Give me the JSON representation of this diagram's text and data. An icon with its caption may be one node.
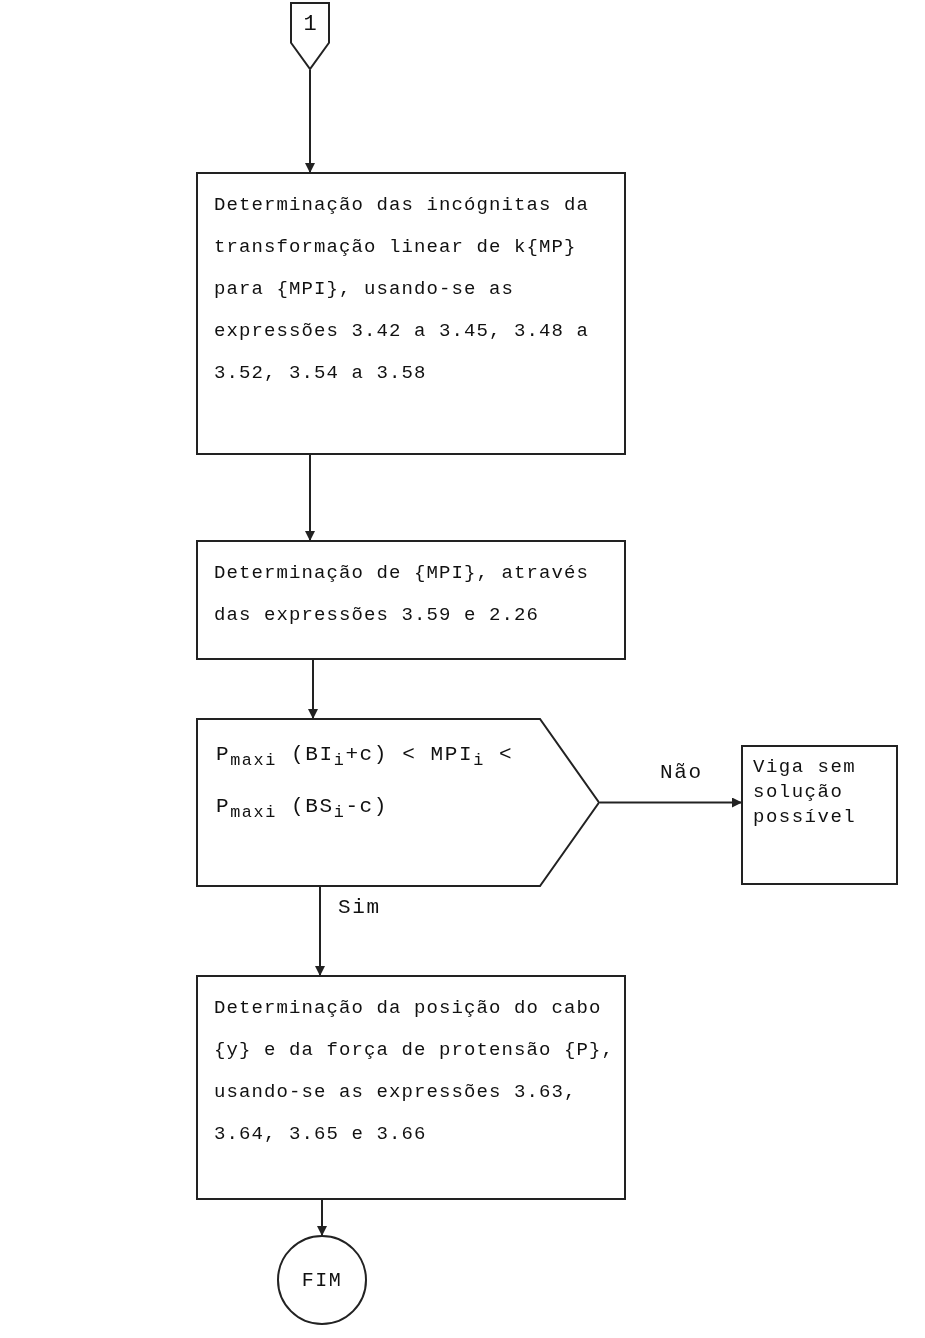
{
  "diagram": {
    "nodes": [
      {
        "text": [
          "1"
        ]
      },
      {
        "text": [
          "Determinação das incógnitas da transformação linear de k{MP} para {MPI}, usando-se as expressões 3.42 a 3.45, 3.48 a 3.52, 3.54 a 3.58"
        ]
      },
      {
        "text": [
          "Determinação de {MPI}, através das expressões 3.59 e 2.26"
        ]
      },
      {
        "text": [
          "P$_{max}$$_{i}$ (BI$_{i}$+c) < MPI$_{i}$ < P$_{max}$$_{i}$ (BS$_{i}$-c)"
        ]
      },
      {
        "text": [
          "Viga sem solução possível"
        ]
      },
      {
        "text": [
          "Determinação da posição do cabo {y} e da força de protensão {P}, usando-se as expressões 3.63, 3.64, 3.65 e 3.66"
        ]
      },
      {
        "text": [
          "FIM"
        ]
      }
    ],
    "edges": [
      {
        "from": 0,
        "to": 1,
        "arrow": "to"
      },
      {
        "from": 1,
        "to": 2,
        "arrow": "to"
      },
      {
        "from": 2,
        "to": 3,
        "arrow": "to"
      },
      {
        "from": 3,
        "to": 4,
        "arrow": "to",
        "label": "Não"
      },
      {
        "from": 3,
        "to": 5,
        "arrow": "to",
        "label": "Sim"
      },
      {
        "from": 5,
        "to": 6,
        "arrow": "to"
      }
    ]
  }
}
